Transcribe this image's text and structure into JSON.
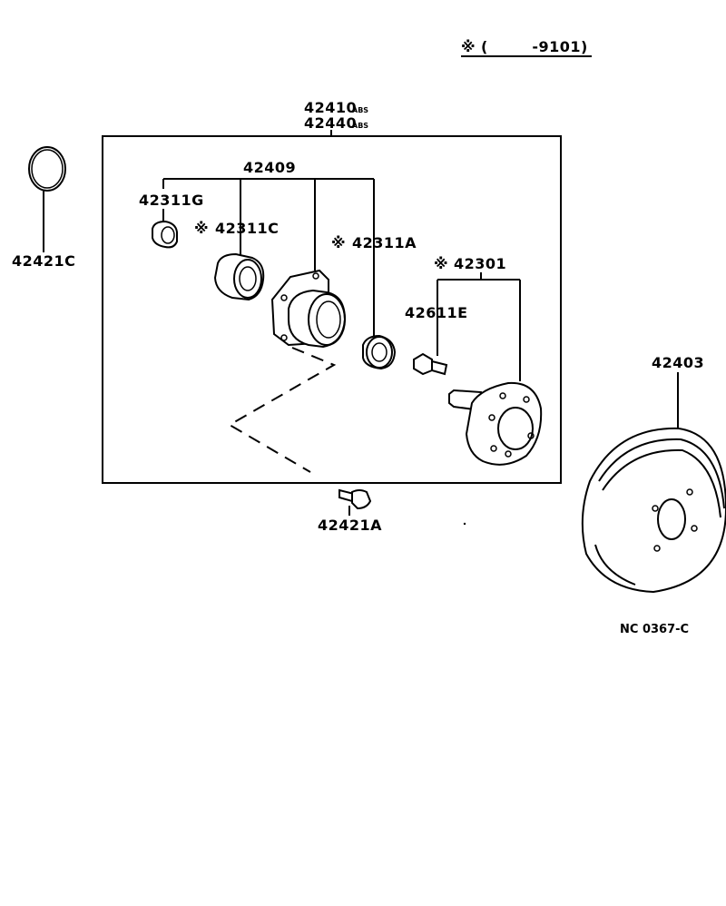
{
  "note": {
    "mark": "※",
    "range": "(        -9101)"
  },
  "labels": {
    "assembly_a": "42410",
    "assembly_a_suffix": "ABS",
    "assembly_b": "42440",
    "assembly_b_suffix": "ABS",
    "bearing_set": "42409",
    "part_42311G": "42311G",
    "part_42311C": "42311C",
    "part_42311A": "42311A",
    "part_42301": "42301",
    "part_42611E": "42611E",
    "part_42421C": "42421C",
    "part_42421A": "42421A",
    "part_42403": "42403",
    "star": "※",
    "code": "NC 0367-C"
  }
}
